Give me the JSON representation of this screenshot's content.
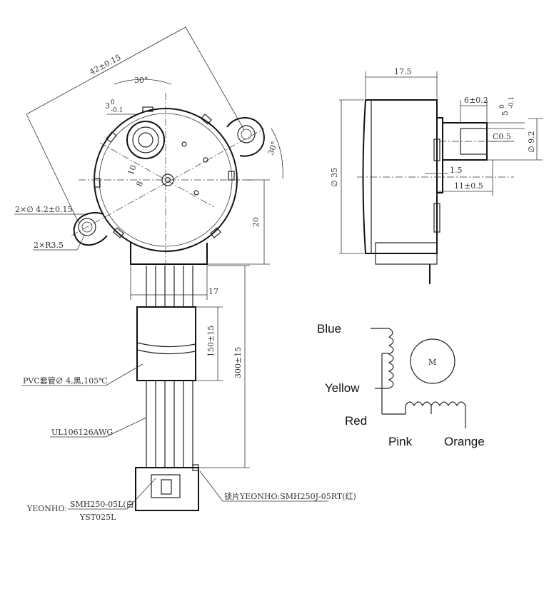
{
  "front_view": {
    "dims": {
      "width_diag": "42±0.15",
      "angle_top": "30°",
      "angle_right": "30°",
      "shaft_offset": "3",
      "shaft_offset_tol_top": "0",
      "shaft_offset_tol_bot": "-0.1",
      "dim_10": "10",
      "dim_8": "8",
      "dim_20": "20",
      "dim_17": "17",
      "mount_holes": "2×∅ 4.2±0.15",
      "mount_radius": "2×R3.5"
    }
  },
  "side_view": {
    "dims": {
      "depth": "17.5",
      "shaft_flat": "6±0.2",
      "shaft_dia_top": "0",
      "shaft_dia_bot": "-0.1",
      "shaft_dia_base": "5",
      "chamfer": "C0.5",
      "shaft_od": "∅ 9.2",
      "dim_1_5": "1.5",
      "dim_11": "11±0.5",
      "body_dia": "∅ 35"
    }
  },
  "cable": {
    "len_150": "150±15",
    "len_300": "300±15",
    "sleeve": "PVC套管∅ 4,黑,105℃",
    "wire": "UL106126AWG",
    "brand": "YEONHO:",
    "connector_1": "SMH250-05L(白)",
    "connector_2": "YST025L",
    "lock": "锁片YEONHO:SMH250J-05RT(红)"
  },
  "wiring": {
    "blue": "Blue",
    "yellow": "Yellow",
    "red": "Red",
    "pink": "Pink",
    "orange": "Orange",
    "motor": "M"
  }
}
